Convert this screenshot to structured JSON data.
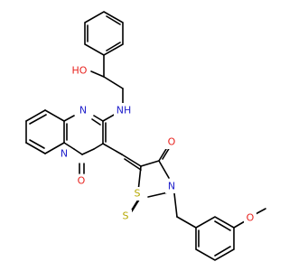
{
  "molecule": {
    "atoms": [
      {
        "id": "hydroxyl",
        "label": "HO",
        "color": "#e8231f"
      },
      {
        "id": "amine",
        "label": "NH",
        "color": "#2222cc"
      },
      {
        "id": "ring-n-top",
        "label": "N",
        "color": "#2222cc"
      },
      {
        "id": "ring-n-bridge",
        "label": "N",
        "color": "#2222cc"
      },
      {
        "id": "carbonyl-o-left",
        "label": "O",
        "color": "#e8231f"
      },
      {
        "id": "thiazolidine-s",
        "label": "S",
        "color": "#b5a800"
      },
      {
        "id": "carbonyl-o-right",
        "label": "O",
        "color": "#e8231f"
      },
      {
        "id": "thiazolidine-n",
        "label": "N",
        "color": "#2222cc"
      },
      {
        "id": "thione-s",
        "label": "S",
        "color": "#b5a800"
      },
      {
        "id": "methoxy-o",
        "label": "O",
        "color": "#e8231f"
      }
    ],
    "colors": {
      "bond": "#000000",
      "background": "#ffffff"
    }
  }
}
